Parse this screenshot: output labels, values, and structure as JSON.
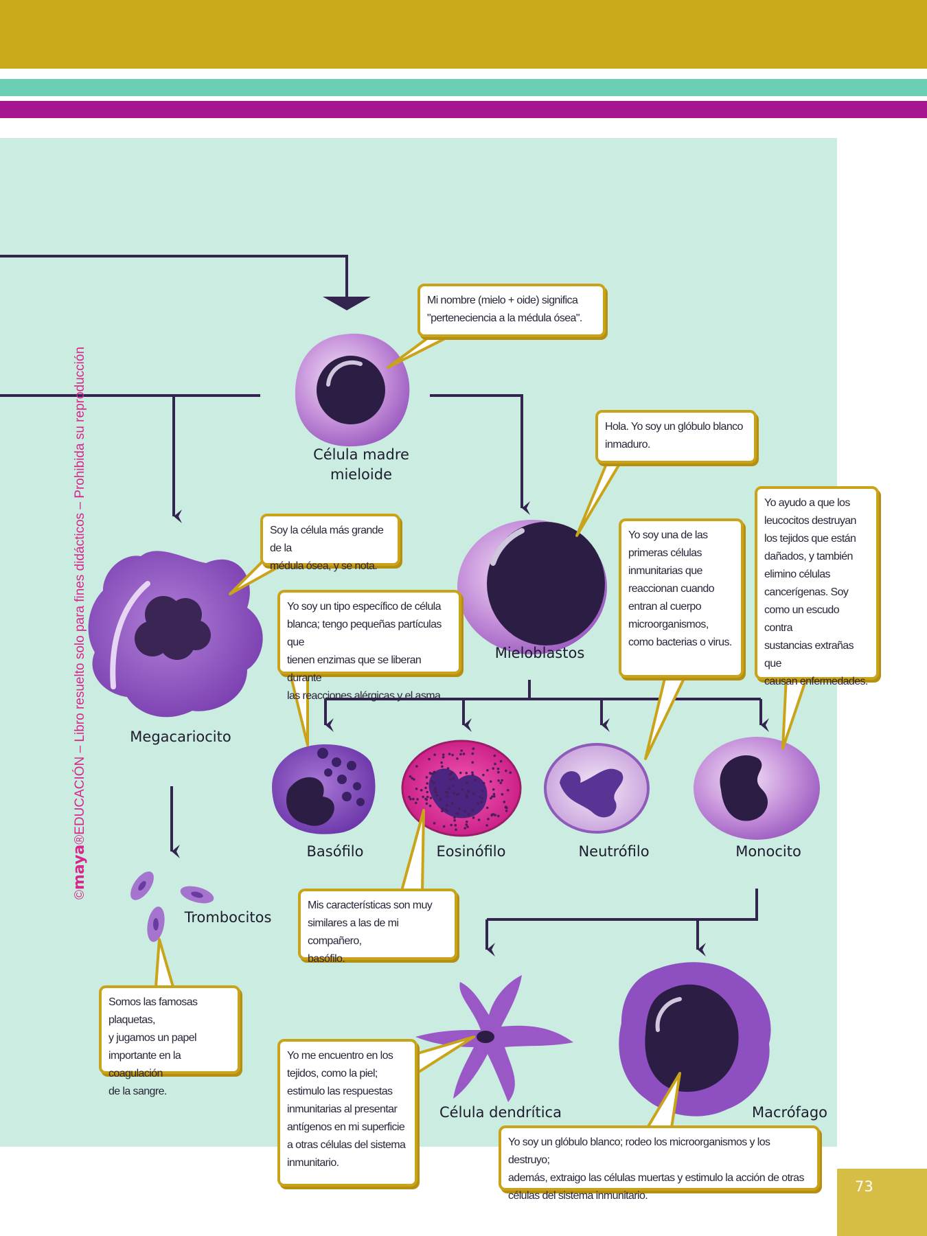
{
  "header_bands": {
    "gold": "#c9aa1a",
    "teal": "#6ccfb4",
    "magenta": "#a81590"
  },
  "watermark": {
    "copyright": "©",
    "brand": "maya",
    "registered": "®",
    "text": "EDUCACIÓN – Libro resuelto solo para fines didácticos – Prohibida su reproducción"
  },
  "labels": {
    "celula_madre": "Célula madre\nmieloide",
    "mieloblastos": "Mieloblastos",
    "megacariocito": "Megacariocito",
    "basofilo": "Basófilo",
    "eosinofilo": "Eosinófilo",
    "neutrofilo": "Neutrófilo",
    "monocito": "Monocito",
    "trombocitos": "Trombocitos",
    "dendritica": "Célula dendrítica",
    "macrofago": "Macrófago"
  },
  "callouts": {
    "mieloide": "Mi nombre (mielo + oide) significa\n\"perteneciencia a la médula ósea\".",
    "mieloblasto": "Hola. Yo soy un glóbulo blanco\ninmaduro.",
    "megacariocito": "Soy la célula más grande de la\nmédula ósea, y se nota.",
    "basofilo": "Yo soy un tipo específico de célula\nblanca; tengo pequeñas partículas que\ntienen enzimas que se liberan durante\nlas reacciones alérgicas y el asma.",
    "neutrofilo": "Yo soy una de las\nprimeras células\ninmunitarias que\nreaccionan cuando\nentran al cuerpo\nmicroorganismos,\ncomo bacterias o virus.",
    "monocito": "Yo ayudo a que los\nleucocitos destruyan\nlos tejidos que están\ndañados, y también\nelimino células\ncancerígenas. Soy\ncomo un escudo contra\nsustancias extrañas que\ncausan enfermedades.",
    "eosinofilo": "Mis características son muy\nsimilares a las de mi compañero,\nbasófilo.",
    "trombocitos": "Somos las famosas plaquetas,\ny jugamos un papel\nimportante en la coagulación\nde la sangre.",
    "dendritica": "Yo me encuentro en los\ntejidos, como la piel;\nestimulo las respuestas\ninmunitarias al presentar\nantígenos en mi superficie\na otras células del sistema\ninmunitario.",
    "macrofago": "Yo soy un glóbulo blanco; rodeo los microorganismos y los destruyo;\nademás, extraigo las células muertas y estimulo la acción de otras\ncélulas del sistema inmunitario."
  },
  "page_number": "73"
}
